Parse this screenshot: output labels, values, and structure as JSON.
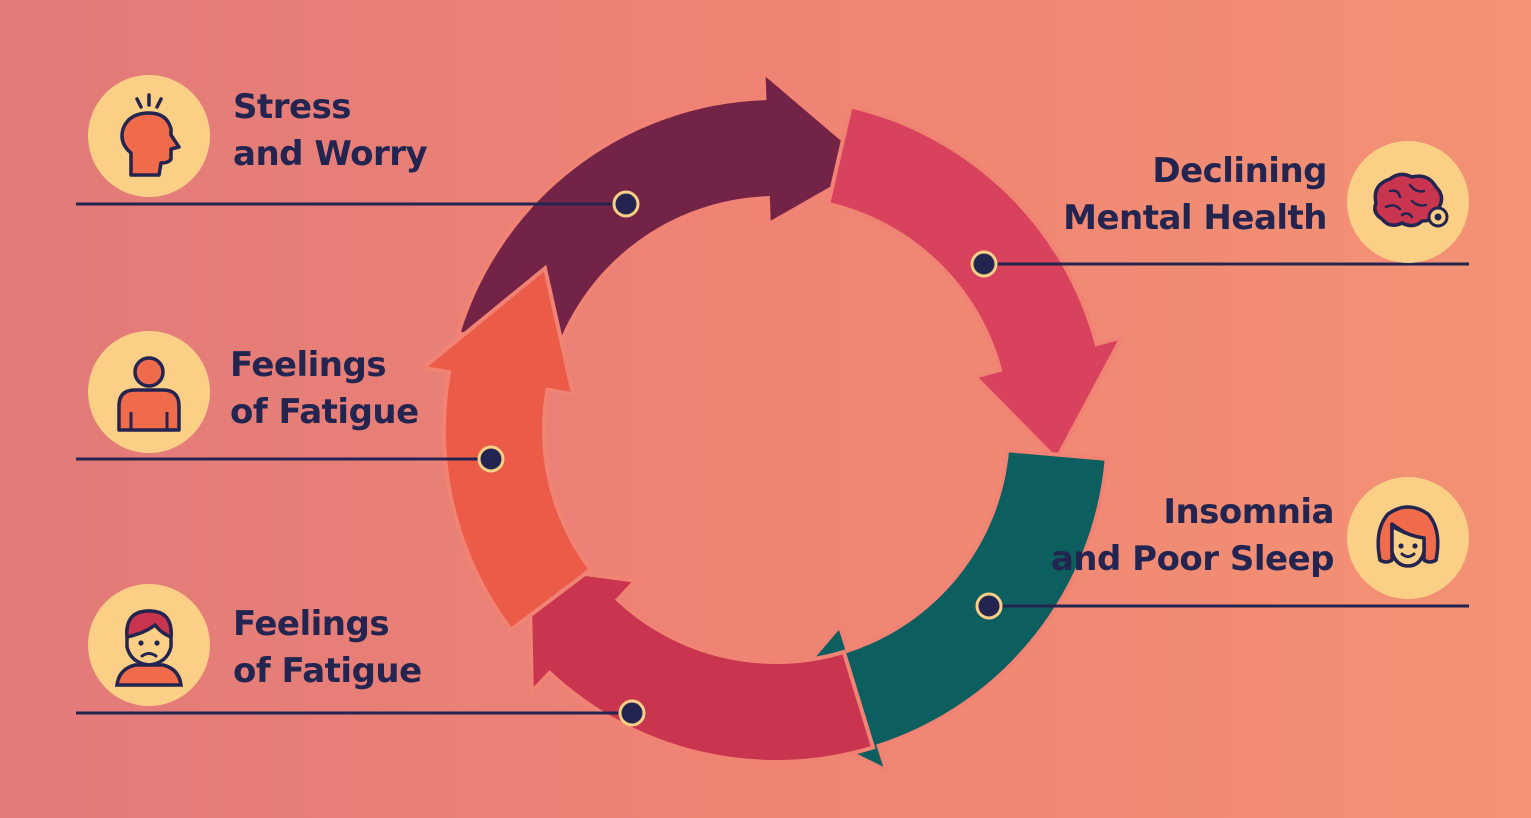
{
  "stages": [
    {
      "id": "stress",
      "line1": "Stress",
      "line2": "and Worry",
      "icon": "head-stress-icon"
    },
    {
      "id": "declining",
      "line1": "Declining",
      "line2": "Mental Health",
      "icon": "brain-icon"
    },
    {
      "id": "insomnia",
      "line1": "Insomnia",
      "line2": "and Poor Sleep",
      "icon": "girl-face-icon"
    },
    {
      "id": "fatigue-bottom",
      "line1": "Feelings",
      "line2": "of Fatigue",
      "icon": "sad-boy-icon"
    },
    {
      "id": "fatigue-middle",
      "line1": "Feelings",
      "line2": "of Fatigue",
      "icon": "person-icon"
    }
  ],
  "colors": {
    "text": "#232550",
    "icon_bg": "#fbcf86",
    "line": "#232550",
    "arrow_stress": "#722346",
    "arrow_declining": "#d8425d",
    "arrow_insomnia": "#0d5f5f",
    "arrow_fatigue_bottom": "#c9354f",
    "arrow_fatigue_middle": "#eb5b47"
  }
}
